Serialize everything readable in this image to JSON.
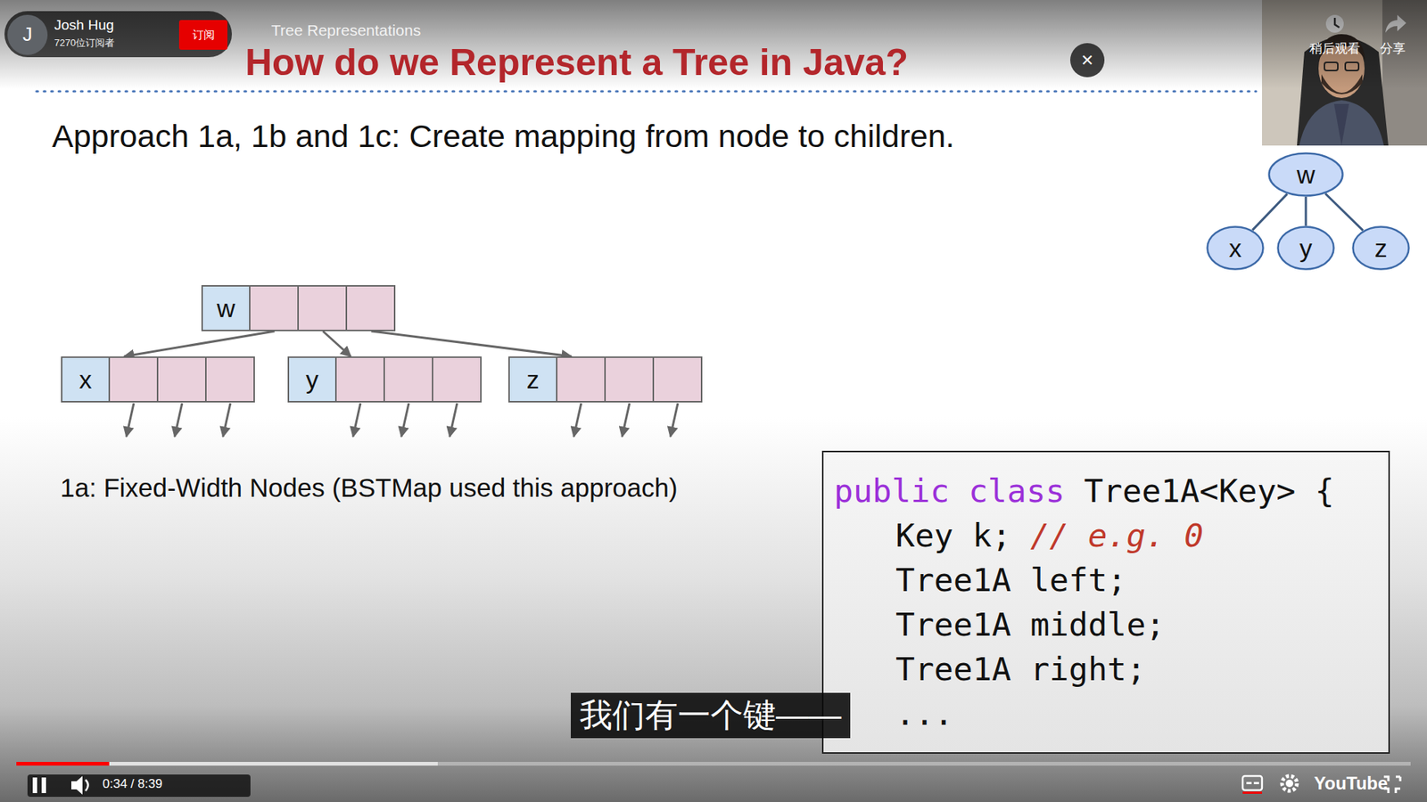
{
  "diagram": {
    "title": "How do we Represent a Tree in Java?",
    "nodes": [
      {
        "text": [
          "w"
        ]
      },
      {
        "text": [
          "x"
        ]
      },
      {
        "text": [
          "y"
        ]
      },
      {
        "text": [
          "z"
        ]
      },
      {
        "text": [
          "w"
        ]
      },
      {
        "text": [
          "x"
        ]
      },
      {
        "text": [
          "y"
        ]
      },
      {
        "text": [
          "z"
        ]
      },
      {
        "text": [
          "public class",
          "Tree1A<Key> {",
          "Key k;",
          "// e.g. 0",
          "Tree1A left;",
          "Tree1A middle;",
          "Tree1A right;",
          "..."
        ]
      }
    ],
    "edges": [
      {
        "from": 0,
        "to": 1,
        "arrow": "to"
      },
      {
        "from": 0,
        "to": 2,
        "arrow": "to"
      },
      {
        "from": 0,
        "to": 3,
        "arrow": "to"
      },
      {
        "from": 4,
        "to": 5,
        "arrow": "none"
      },
      {
        "from": 4,
        "to": 6,
        "arrow": "none"
      },
      {
        "from": 4,
        "to": 7,
        "arrow": "none"
      }
    ],
    "labels": [
      "Approach 1a, 1b and 1c: Create mapping from node to children.",
      "1a: Fixed-Width Nodes (BSTMap used this approach)",
      "Josh Hug",
      "7270位订阅者",
      "订阅",
      "Tree Representations",
      "×",
      "稍后观看",
      "分享",
      "J",
      "我们有一个键——",
      "0:34 / 8:39",
      "YouTube"
    ]
  }
}
